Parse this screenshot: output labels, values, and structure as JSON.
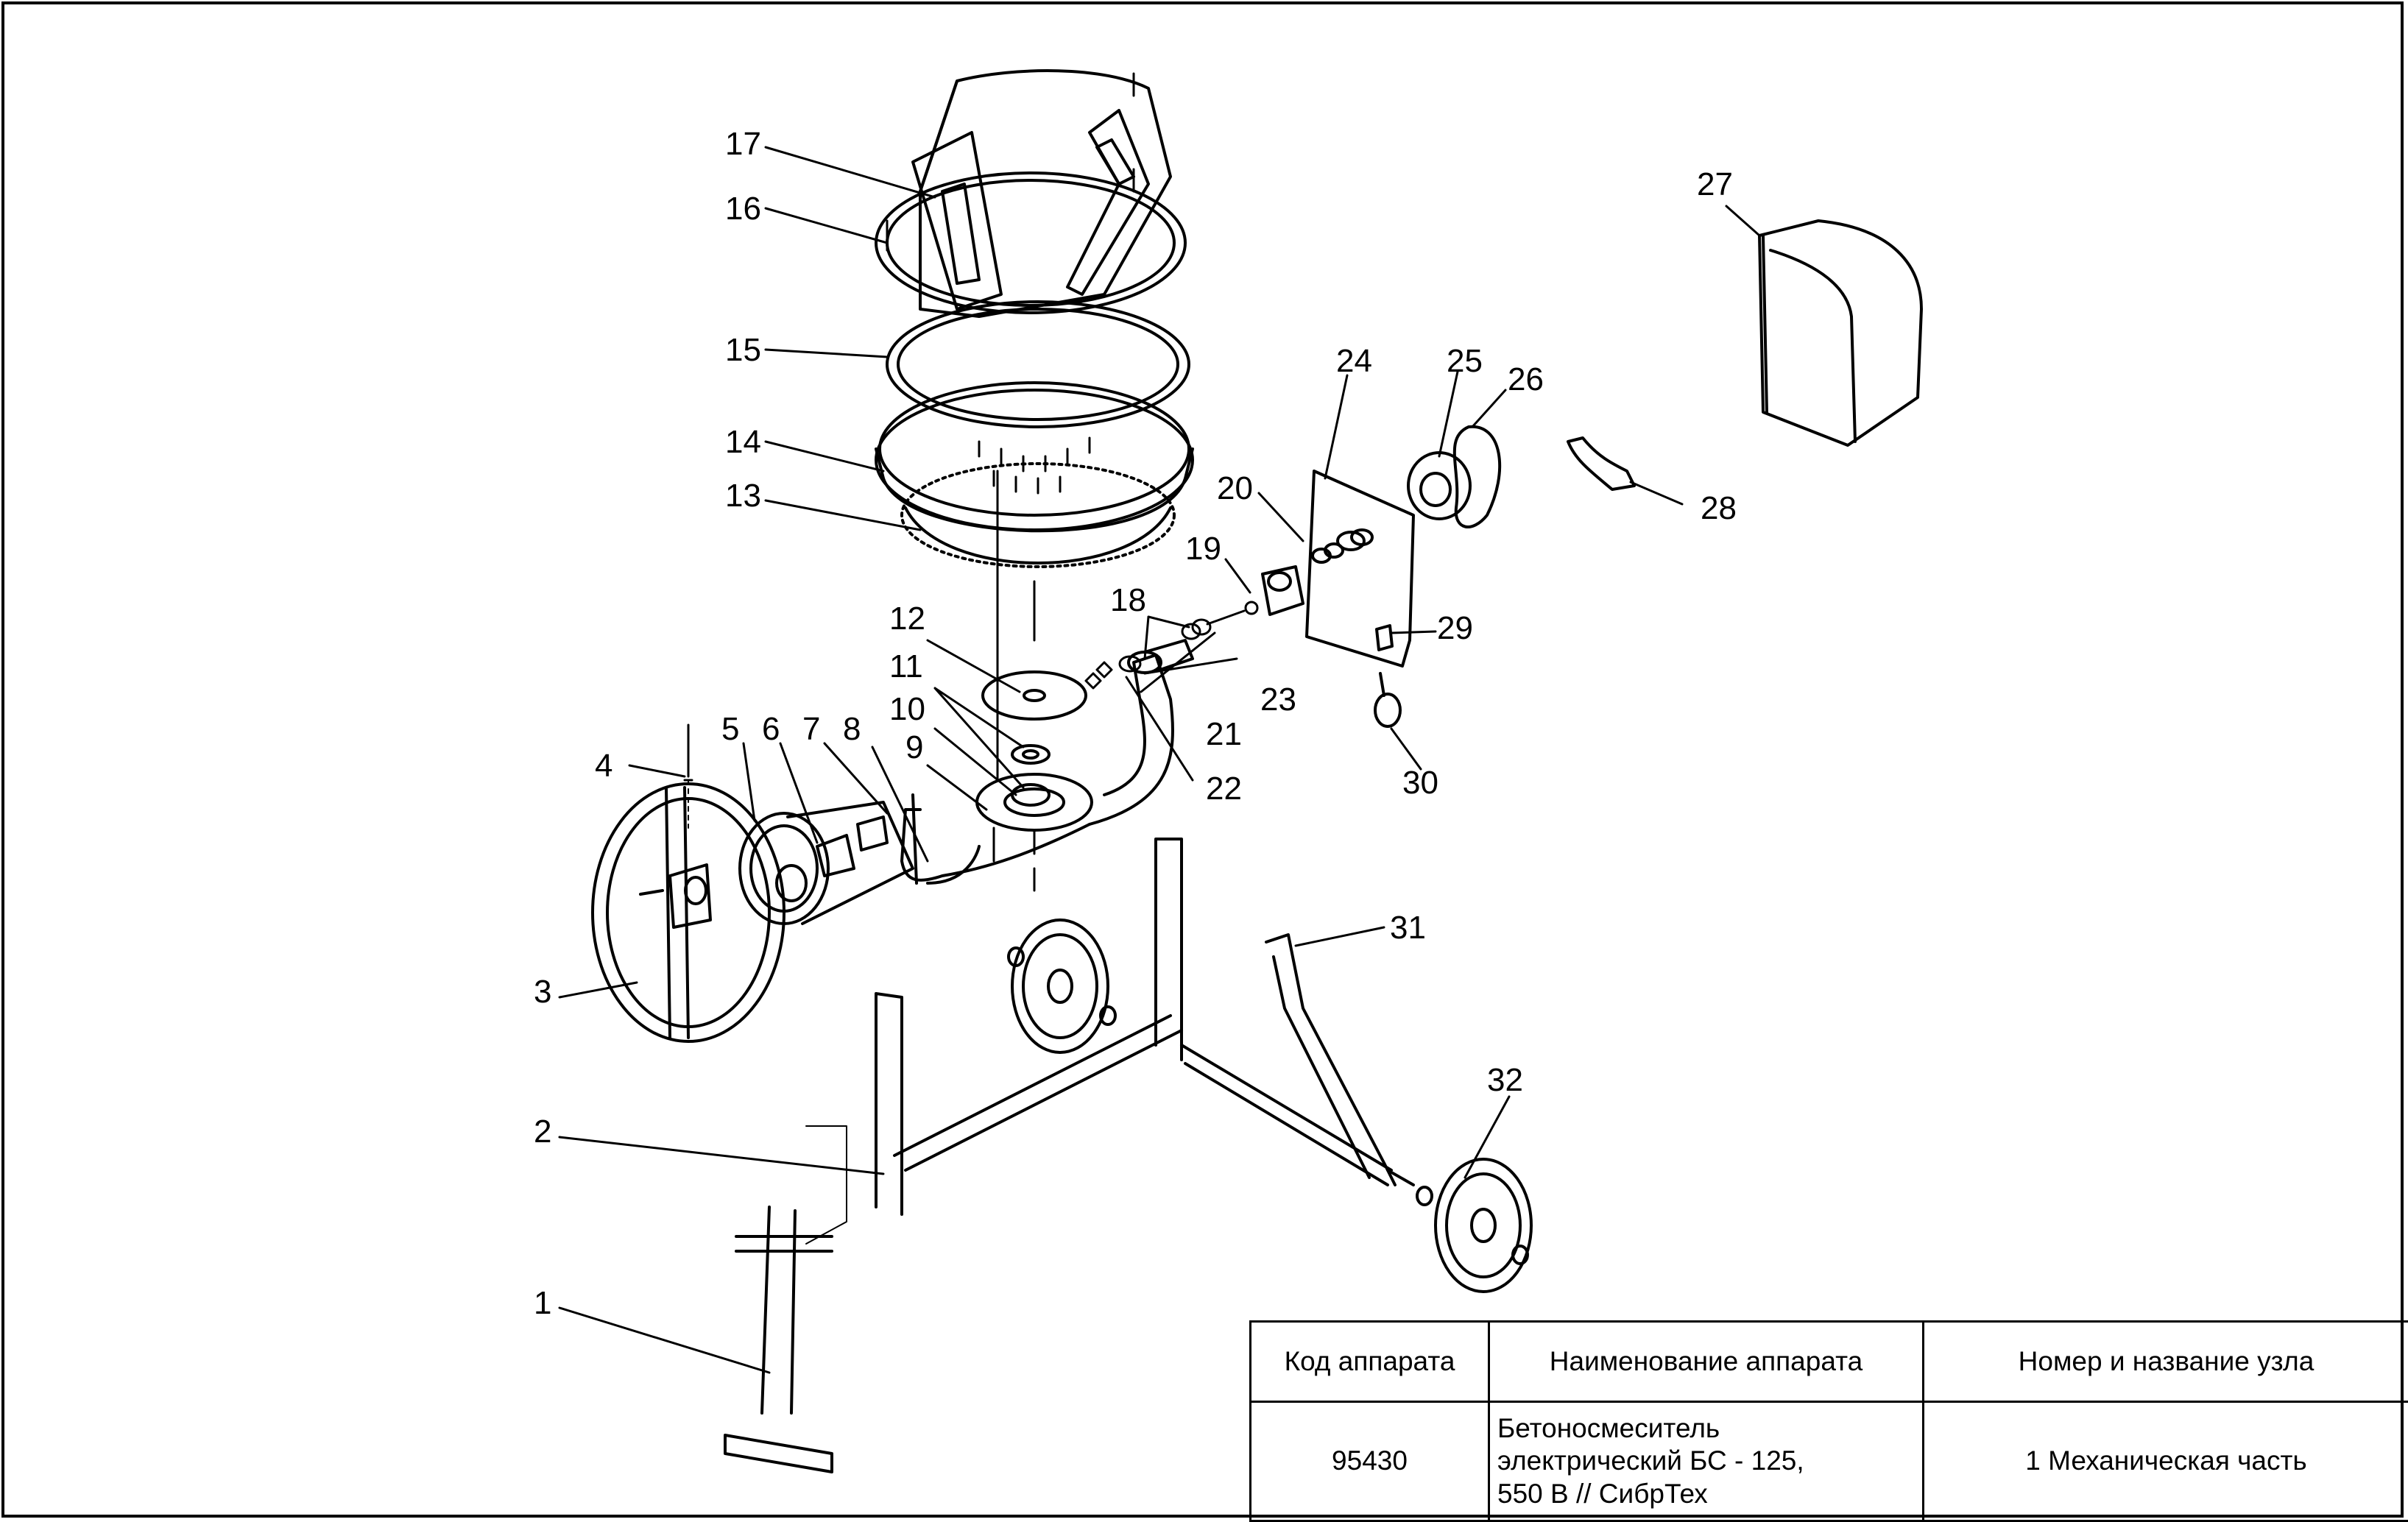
{
  "diagram": {
    "callouts": [
      "1",
      "2",
      "3",
      "4",
      "5",
      "6",
      "7",
      "8",
      "9",
      "10",
      "11",
      "12",
      "13",
      "14",
      "15",
      "16",
      "17",
      "18",
      "19",
      "20",
      "21",
      "22",
      "23",
      "24",
      "25",
      "26",
      "27",
      "28",
      "29",
      "30",
      "31",
      "32"
    ]
  },
  "title_block": {
    "headers": {
      "code": "Код аппарата",
      "name": "Наименование аппарата",
      "unit": "Номер и название узла"
    },
    "values": {
      "code": "95430",
      "name_line1": "Бетоносмеситель",
      "name_line2": "электрический БС - 125,",
      "name_line3": "550 В // СибрТех",
      "unit": "1 Механическая часть"
    }
  }
}
